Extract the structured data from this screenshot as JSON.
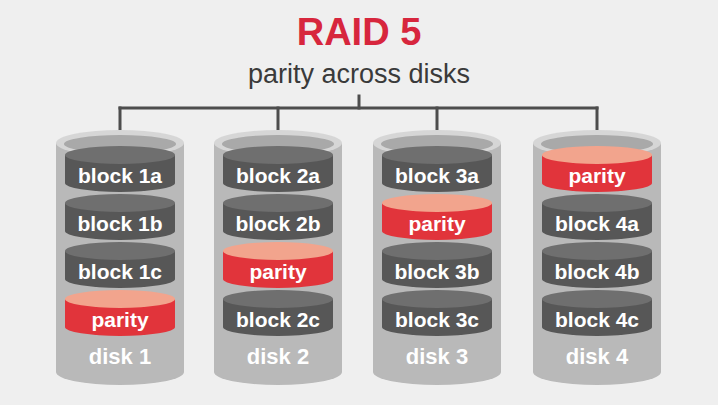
{
  "diagram": {
    "title": "RAID 5",
    "nodes": [
      {
        "text": [
          "disk 1"
        ]
      },
      {
        "text": [
          "block 1a"
        ],
        "in": 0
      },
      {
        "text": [
          "block 1b"
        ],
        "in": 0
      },
      {
        "text": [
          "block 1c"
        ],
        "in": 0
      },
      {
        "text": [
          "parity"
        ],
        "in": 0
      },
      {
        "text": [
          "disk 2"
        ]
      },
      {
        "text": [
          "block 2a"
        ],
        "in": 5
      },
      {
        "text": [
          "block 2b"
        ],
        "in": 5
      },
      {
        "text": [
          "parity"
        ],
        "in": 5
      },
      {
        "text": [
          "block 2c"
        ],
        "in": 5
      },
      {
        "text": [
          "disk 3"
        ]
      },
      {
        "text": [
          "block 3a"
        ],
        "in": 10
      },
      {
        "text": [
          "parity"
        ],
        "in": 10
      },
      {
        "text": [
          "block 3b"
        ],
        "in": 10
      },
      {
        "text": [
          "block 3c"
        ],
        "in": 10
      },
      {
        "text": [
          "disk 4"
        ]
      },
      {
        "text": [
          "parity"
        ],
        "in": 15
      },
      {
        "text": [
          "block 4a"
        ],
        "in": 15
      },
      {
        "text": [
          "block 4b"
        ],
        "in": 15
      },
      {
        "text": [
          "block 4c"
        ],
        "in": 15
      }
    ],
    "labels": [
      "parity across disks"
    ]
  }
}
